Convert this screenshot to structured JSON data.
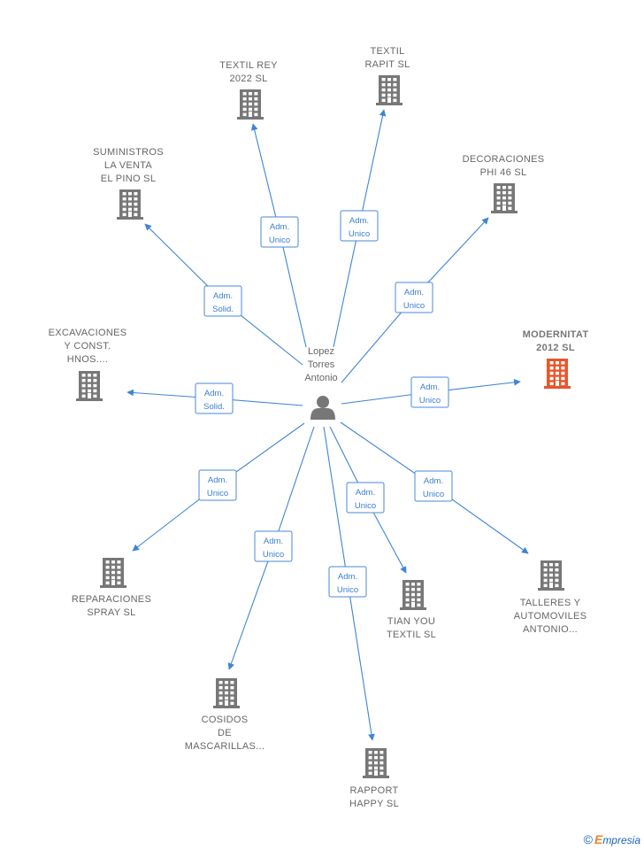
{
  "person": {
    "lines": [
      "Lopez",
      "Torres",
      "Antonio"
    ]
  },
  "colors": {
    "building": "#777777",
    "building_highlight": "#e8562c",
    "edge": "#3d85d6"
  },
  "companies": [
    {
      "id": "textil-rey-2022",
      "lines": [
        "TEXTIL REY",
        "2022  SL"
      ],
      "highlight": false,
      "relation": [
        "Adm.",
        "Unico"
      ]
    },
    {
      "id": "textil-rapit",
      "lines": [
        "TEXTIL",
        "RAPIT  SL"
      ],
      "highlight": false,
      "relation": [
        "Adm.",
        "Unico"
      ]
    },
    {
      "id": "suministros-la-venta",
      "lines": [
        "SUMINISTROS",
        "LA VENTA",
        "EL PINO  SL"
      ],
      "highlight": false,
      "relation": [
        "Adm.",
        "Solid."
      ]
    },
    {
      "id": "decoraciones-phi-46",
      "lines": [
        "DECORACIONES",
        "PHI 46 SL"
      ],
      "highlight": false,
      "relation": [
        "Adm.",
        "Unico"
      ]
    },
    {
      "id": "excavaciones",
      "lines": [
        "EXCAVACIONES",
        "Y CONST.",
        "HNOS...."
      ],
      "highlight": false,
      "relation": [
        "Adm.",
        "Solid."
      ]
    },
    {
      "id": "modernitat-2012",
      "lines": [
        "MODERNITAT",
        "2012  SL"
      ],
      "highlight": true,
      "relation": [
        "Adm.",
        "Unico"
      ]
    },
    {
      "id": "reparaciones-spray",
      "lines": [
        "REPARACIONES",
        "SPRAY SL"
      ],
      "highlight": false,
      "relation": [
        "Adm.",
        "Unico"
      ]
    },
    {
      "id": "tian-you-textil",
      "lines": [
        "TIAN YOU",
        "TEXTIL  SL"
      ],
      "highlight": false,
      "relation": [
        "Adm.",
        "Unico"
      ]
    },
    {
      "id": "talleres-automoviles",
      "lines": [
        "TALLERES Y",
        "AUTOMOVILES",
        "ANTONIO..."
      ],
      "highlight": false,
      "relation": [
        "Adm.",
        "Unico"
      ]
    },
    {
      "id": "cosidos-mascarillas",
      "lines": [
        "COSIDOS",
        "DE",
        "MASCARILLAS..."
      ],
      "highlight": false,
      "relation": [
        "Adm.",
        "Unico"
      ]
    },
    {
      "id": "rapport-happy",
      "lines": [
        "RAPPORT",
        "HAPPY SL"
      ],
      "highlight": false,
      "relation": [
        "Adm.",
        "Unico"
      ]
    }
  ],
  "footer": {
    "copyright_symbol": "©",
    "brand_initial": "E",
    "brand_rest": "mpresia"
  }
}
